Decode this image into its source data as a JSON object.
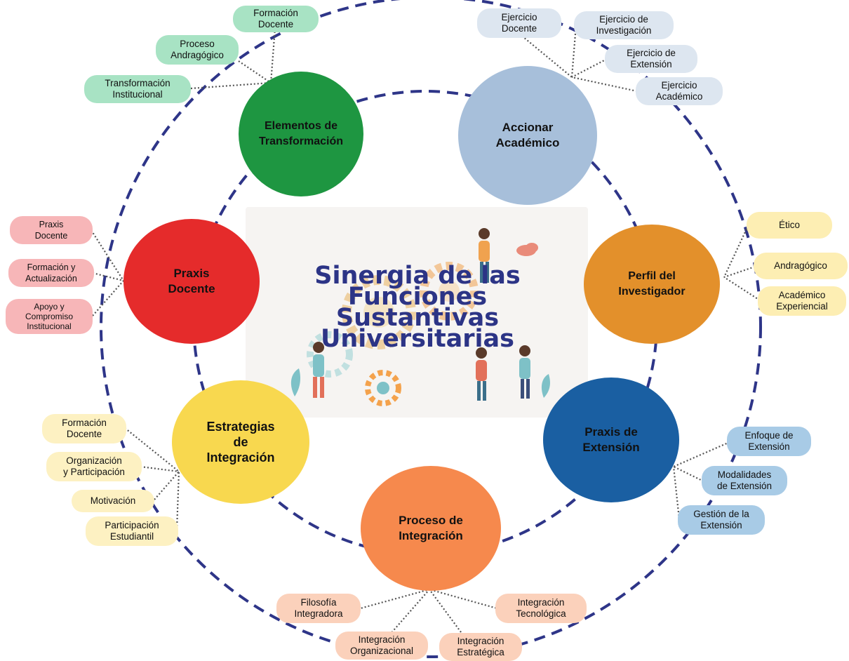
{
  "title_lines": [
    "Sinergia de las",
    "Funciones",
    "Sustantivas",
    "Universitarias"
  ],
  "colors": {
    "ring": "#2e3588",
    "green": "#1e9641",
    "blue_gray": "#a7bfda",
    "red": "#e52b2b",
    "orange_brown": "#e3902b",
    "yellow": "#f8d84f",
    "navy": "#1a5fa2",
    "orange": "#f6894d"
  },
  "nodes": [
    {
      "id": "elementos",
      "label": "Elementos de\nTransformación",
      "color": "#1e9641"
    },
    {
      "id": "accionar",
      "label": "Accionar\nAcadémico",
      "color": "#a7bfda"
    },
    {
      "id": "perfil",
      "label": "Perfil del\nInvestigador",
      "color": "#e3902b"
    },
    {
      "id": "praxis_ext",
      "label": "Praxis de\nExtensión",
      "color": "#1a5fa2"
    },
    {
      "id": "proceso",
      "label": "Proceso de\nIntegración",
      "color": "#f6894d"
    },
    {
      "id": "estrategias",
      "label": "Estrategias\nde\nIntegración",
      "color": "#f8d84f"
    },
    {
      "id": "praxis_doc",
      "label": "Praxis\nDocente",
      "color": "#e52b2b"
    }
  ],
  "pills": {
    "elementos": [
      "Formación\nDocente",
      "Proceso\nAndragógico",
      "Transformación\nInstitucional"
    ],
    "accionar": [
      "Ejercicio\nDocente",
      "Ejercicio de\nInvestigación",
      "Ejercicio de\nExtensión",
      "Ejercicio\nAcadémico"
    ],
    "perfil": [
      "Ético",
      "Andragógico",
      "Académico\nExperiencial"
    ],
    "praxis_ext": [
      "Enfoque de\nExtensión",
      "Modalidades\nde Extensión",
      "Gestión de la\nExtensión"
    ],
    "proceso": [
      "Filosofía\nIntegradora",
      "Integración\nOrganizacional",
      "Integración\nEstratégica",
      "Integración\nTecnológica"
    ],
    "estrategias": [
      "Formación\nDocente",
      "Organización\ny Participación",
      "Motivación",
      "Participación\nEstudiantil"
    ],
    "praxis_doc": [
      "Praxis\nDocente",
      "Formación y\nActualización",
      "Apoyo y\nCompromiso\nInstitucional"
    ]
  },
  "pill_colors": {
    "elementos": "#a8e3c4",
    "accionar": "#dde6f0",
    "perfil": "#fdeeb3",
    "praxis_ext": "#a8cbe6",
    "proceso": "#fbd1bb",
    "estrategias": "#fdf1c2",
    "praxis_doc": "#f7b6b8"
  }
}
